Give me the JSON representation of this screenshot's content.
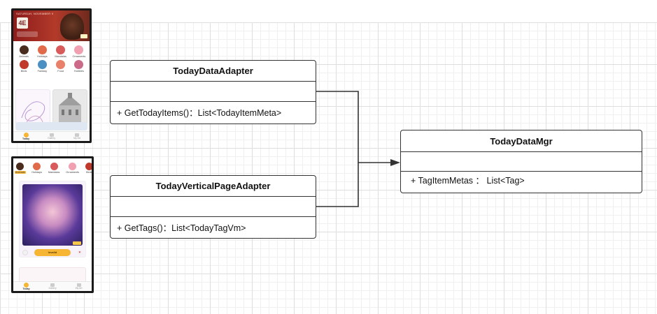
{
  "classes": {
    "today_data_adapter": {
      "name": "TodayDataAdapter",
      "methods": [
        "+ GetTodayItems()：List<TodayItemMeta>"
      ]
    },
    "today_vertical_page_adapter": {
      "name": "TodayVerticalPageAdapter",
      "methods": [
        "+ GetTags()：List<TodayTagVm>"
      ]
    },
    "today_data_mgr": {
      "name": "TodayDataMgr",
      "methods": [
        "+ TagItemMetas ： List<Tag>"
      ]
    }
  },
  "phone_1": {
    "date": "SATURDAY, NOVEMBER 9",
    "logo": "4E",
    "categories": [
      "Animals",
      "Holidays",
      "Mandalas",
      "Ornaments",
      "Birds",
      "Fantasy",
      "Food",
      "Hobbies"
    ],
    "category_colors": [
      "#4a2c1f",
      "#e06a4a",
      "#d85a5a",
      "#f0a0b0",
      "#c0392b",
      "#4a90c2",
      "#e8806a",
      "#cc6a8a"
    ],
    "tabs": [
      "Today",
      "Gallery",
      "My Art"
    ]
  },
  "phone_2": {
    "tags": [
      "Animals",
      "Holidays",
      "Mandalas",
      "Ornaments",
      "Birds"
    ],
    "tag_colors": [
      "#4a2c1f",
      "#e06a4a",
      "#d85a5a",
      "#f0a0b0",
      "#c0392b"
    ],
    "action_button": "Invalid",
    "tabs": [
      "Today",
      "Gallery",
      "My Art"
    ]
  },
  "colors": {
    "box_border": "#333333",
    "connector": "#333333",
    "accent_yellow": "#f6b533"
  }
}
